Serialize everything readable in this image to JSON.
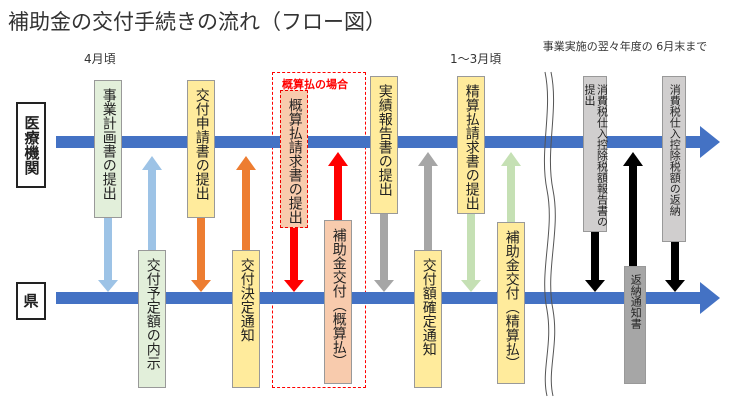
{
  "title": "補助金の交付手続きの流れ（フロー図）",
  "periods": {
    "april": "4月頃",
    "jan_mar": "1〜3月頃",
    "next_year": "事業実施の翌々年度の 6月末まで"
  },
  "actors": {
    "medical": "医療機関",
    "prefecture": "県"
  },
  "advance_label": "概算払の場合",
  "steps": {
    "application_submit": "事業計画書の提出",
    "scheduled_notice": "交付予定額の内示",
    "grant_application": "交付申請書の提出",
    "grant_decision": "交付決定通知",
    "advance_request": "概算払請求書の提出",
    "advance_payment": "補助金交付（概算払）",
    "report_submit": "実績報告書の提出",
    "amount_confirm": "交付額確定通知",
    "settlement_request": "精算払請求書の提出",
    "settlement_payment": "補助金交付（精算払）",
    "tax_report": "消費税仕入控除税額報告書の提出",
    "refund_notice": "返納通知書",
    "tax_refund": "消費税仕入控除税額の返納"
  },
  "colors": {
    "timeline": "#4472c4",
    "light_blue": "#9dc3e6",
    "orange": "#ed7d31",
    "red": "#ff0000",
    "grey": "#a6a6a6",
    "light_green": "#c5e0b4",
    "black": "#000000"
  }
}
